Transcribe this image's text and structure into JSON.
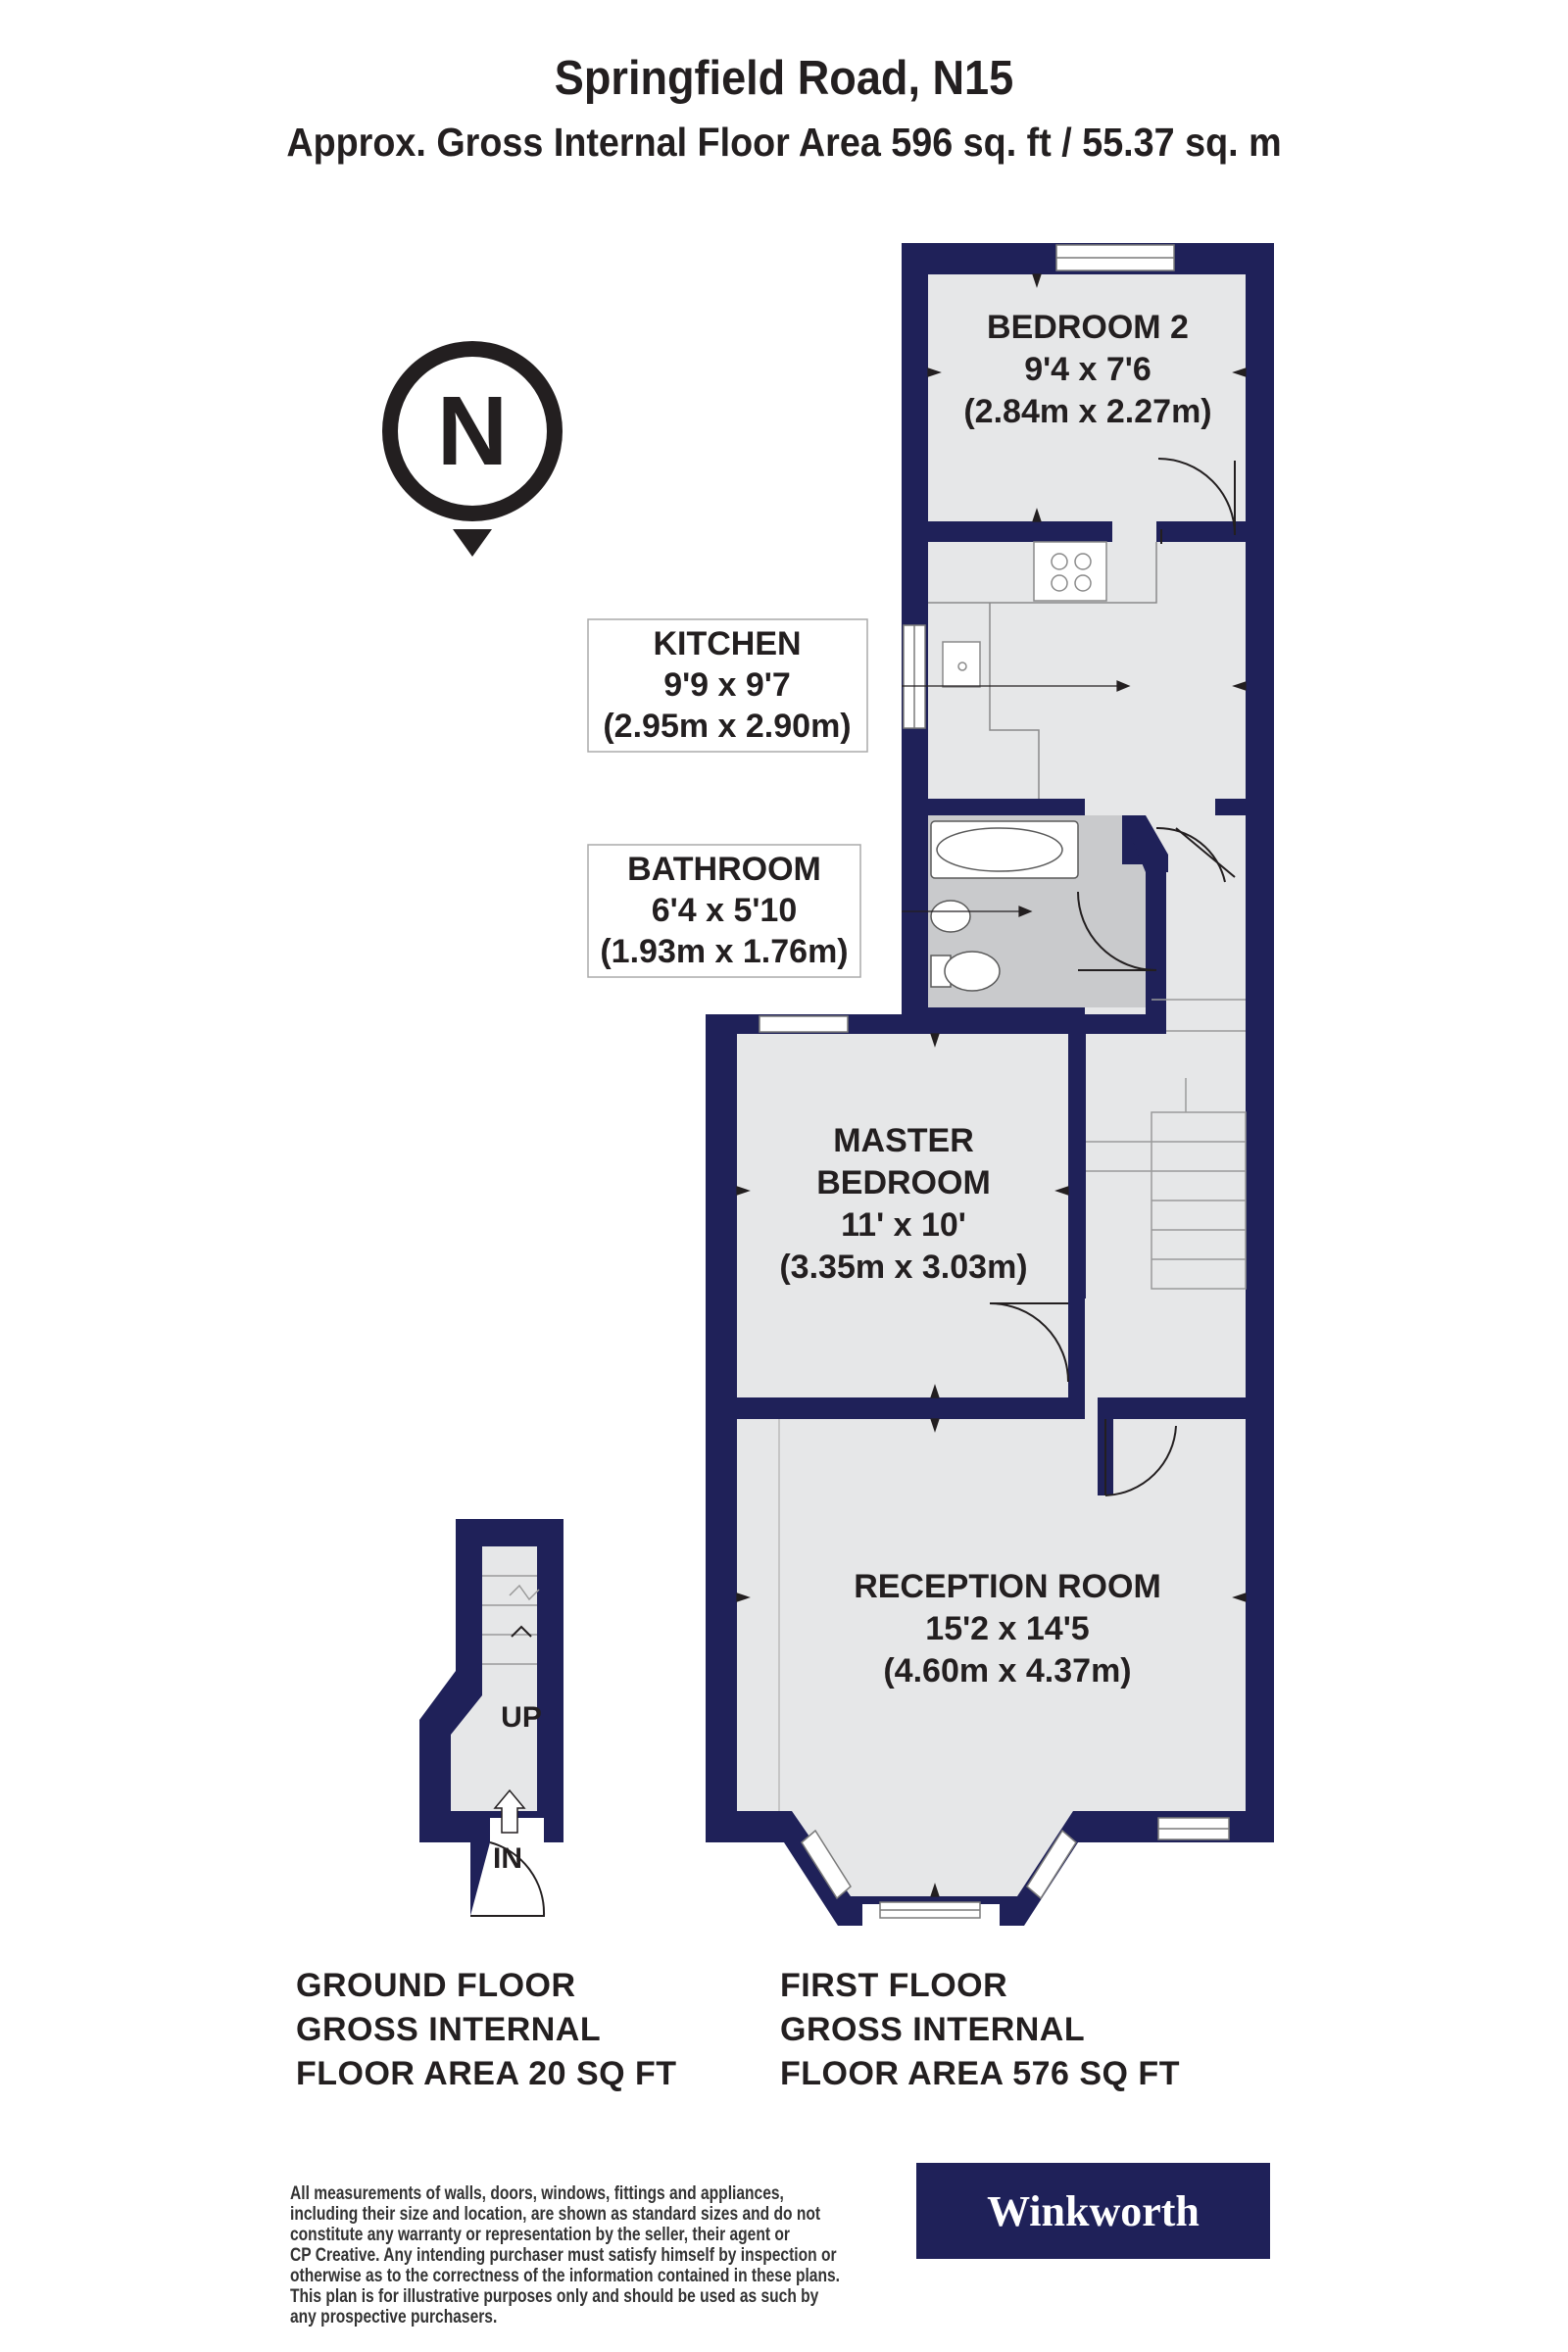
{
  "header": {
    "title": "Springfield Road, N15",
    "subtitle": "Approx. Gross Internal Floor Area 596 sq. ft / 55.37 sq. m"
  },
  "compass": {
    "letter": "N"
  },
  "rooms": {
    "bedroom2": {
      "name": "BEDROOM 2",
      "imperial": "9'4 x 7'6",
      "metric": "(2.84m x 2.27m)"
    },
    "kitchen": {
      "name": "KITCHEN",
      "imperial": "9'9 x 9'7",
      "metric": "(2.95m x 2.90m)"
    },
    "bathroom": {
      "name": "BATHROOM",
      "imperial": "6'4 x 5'10",
      "metric": "(1.93m x 1.76m)"
    },
    "master": {
      "name1": "MASTER",
      "name2": "BEDROOM",
      "imperial": "11' x 10'",
      "metric": "(3.35m x 3.03m)"
    },
    "reception": {
      "name": "RECEPTION ROOM",
      "imperial": "15'2 x 14'5",
      "metric": "(4.60m x 4.37m)"
    }
  },
  "ground_floor_labels": {
    "up": "UP",
    "in": "IN"
  },
  "floors": {
    "ground": {
      "line1": "GROUND FLOOR",
      "line2": "GROSS INTERNAL",
      "line3": "FLOOR AREA 20 SQ FT"
    },
    "first": {
      "line1": "FIRST FLOOR",
      "line2": "GROSS INTERNAL",
      "line3": "FLOOR AREA 576 SQ FT"
    }
  },
  "disclaimer": {
    "lines": [
      "All measurements of walls, doors, windows, fittings and appliances,",
      "including their size and location, are shown as standard sizes and do not",
      "constitute any warranty or representation by the seller, their agent or",
      "CP Creative. Any intending purchaser must satisfy himself by inspection or",
      "otherwise as to the correctness of the information contained in these plans.",
      "This plan is for illustrative purposes only and should be used as such by",
      "any prospective purchasers."
    ]
  },
  "brand": {
    "name": "Winkworth"
  },
  "colors": {
    "wall": "#1f2159",
    "floor": "#e6e7e8",
    "bath": "#c9cacc",
    "brand": "#1f2159"
  }
}
